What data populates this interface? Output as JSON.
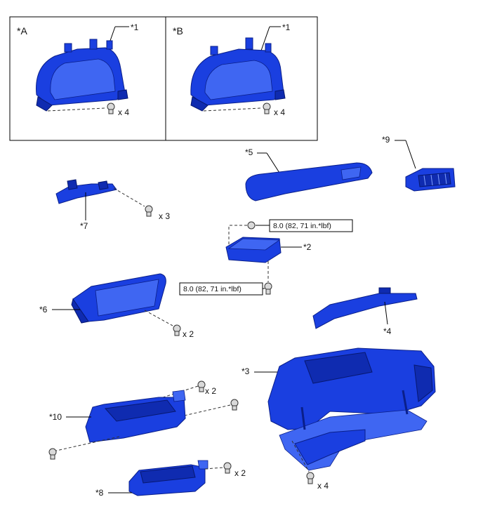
{
  "panels": [
    {
      "id": "A",
      "label": "*A",
      "part_label": "*1",
      "qty": "x 4"
    },
    {
      "id": "B",
      "label": "*B",
      "part_label": "*1",
      "qty": "x 4"
    }
  ],
  "parts": {
    "p5": {
      "label": "*5"
    },
    "p9": {
      "label": "*9"
    },
    "p7": {
      "label": "*7",
      "qty": "x 3"
    },
    "p2": {
      "label": "*2",
      "torque_top": "8.0 (82, 71 in.*lbf)",
      "torque_bottom": "8.0 (82, 71 in.*lbf)"
    },
    "p6": {
      "label": "*6",
      "qty": "x 2"
    },
    "p4": {
      "label": "*4"
    },
    "p3": {
      "label": "*3",
      "qty": "x 4"
    },
    "p10": {
      "label": "*10",
      "qty": "x 2"
    },
    "p8": {
      "label": "*8",
      "qty": "x 2"
    }
  },
  "colors": {
    "part_blue": "#1a3fe0",
    "outline": "#0a1f8a",
    "bolt": "#d9d9d9"
  }
}
